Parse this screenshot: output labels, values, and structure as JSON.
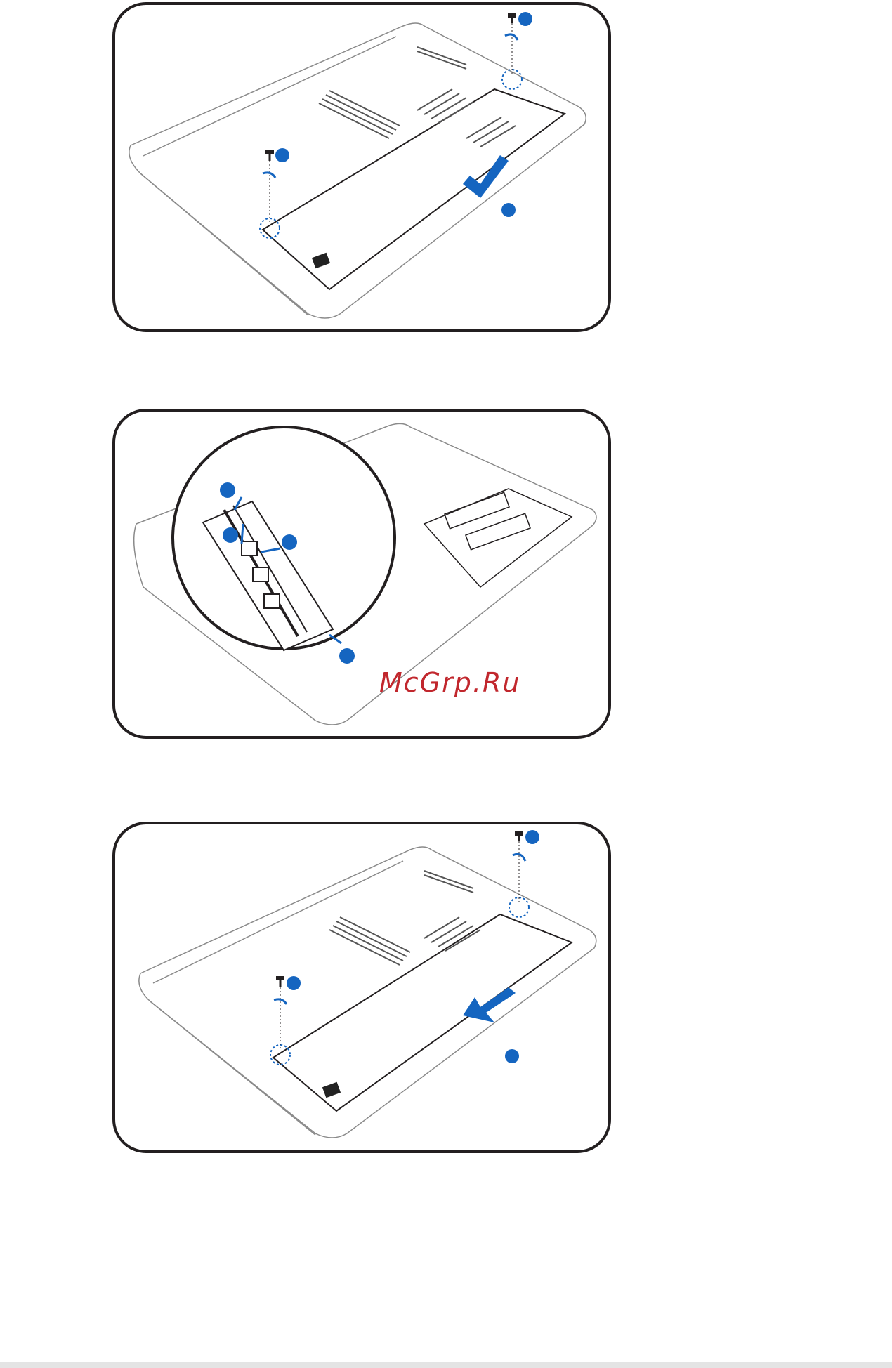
{
  "page": {
    "watermark": "McGrp.Ru"
  },
  "colors": {
    "callout_blue": "#1565c0",
    "outline": "#231f20",
    "watermark_red": "#c1272d"
  },
  "figures": [
    {
      "step": "remove-compartment-cover",
      "callouts": 3,
      "icons": [
        "screw-icon",
        "rotate-arrow-icon",
        "slide-arrow-icon"
      ]
    },
    {
      "step": "replace-memory-module",
      "callouts": 4,
      "icons": [
        "memory-module-icon",
        "magnifier-circle"
      ]
    },
    {
      "step": "reinstall-compartment-cover",
      "callouts": 3,
      "icons": [
        "screw-icon",
        "rotate-arrow-icon",
        "slide-arrow-icon"
      ]
    }
  ]
}
